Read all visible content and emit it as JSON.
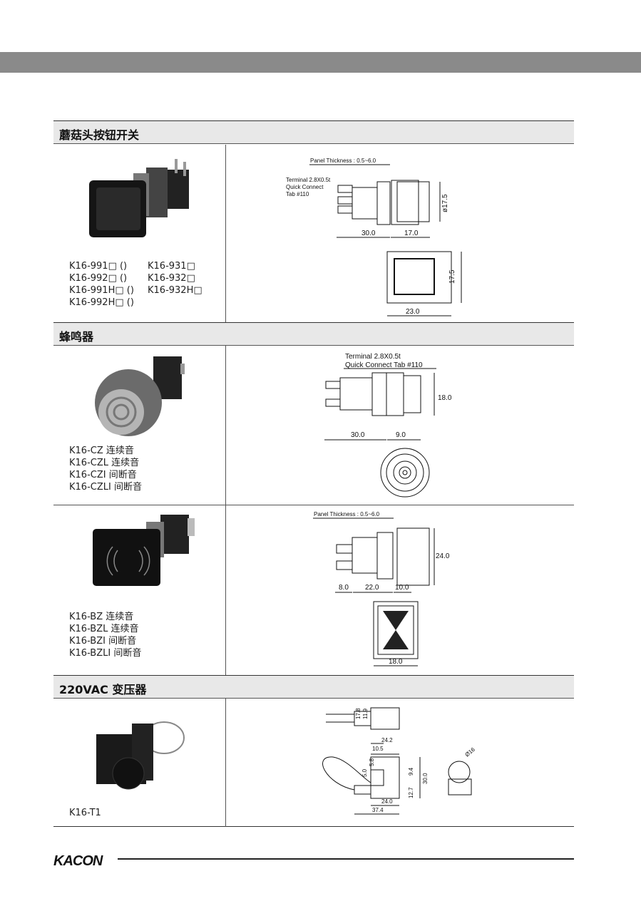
{
  "sections": [
    {
      "title": "蘑菇头按钮开关",
      "models": [
        "K16-991□ ()",
        "K16-931□",
        "K16-992□ ()",
        "K16-932□",
        "K16-991H□ ()",
        "K16-932H□",
        "K16-992H□ ()"
      ],
      "drawing": {
        "panel": "Panel Thickness : 0.5~6.0",
        "terminal1": "Terminal 2.8X0.5t",
        "terminal2": "Quick Connect",
        "terminal3": "Tab #110",
        "d1": "30.0",
        "d2": "17.0",
        "d3": "ø17.5",
        "d4": "17.5",
        "d5": "23.0"
      }
    },
    {
      "title": "蜂鸣器",
      "models": [
        "K16-CZ 连续音",
        "K16-CZL 连续音",
        "K16-CZI 间断音",
        "K16-CZLI 间断音"
      ],
      "drawing": {
        "terminal1": "Terminal 2.8X0.5t",
        "terminal2": "Quick Connect Tab #110",
        "d1": "30.0",
        "d2": "9.0",
        "d3": "18.0"
      },
      "models2": [
        "K16-BZ 连续音",
        "K16-BZL 连续音",
        "K16-BZI 间断音",
        "K16-BZLI 间断音"
      ],
      "drawing2": {
        "panel": "Panel Thickness : 0.5~6.0",
        "d1": "8.0",
        "d2": "22.0",
        "d3": "10.0",
        "d4": "24.0",
        "d5": "18.0"
      }
    },
    {
      "title": "220VAC 变压器",
      "models": [
        "K16-T1"
      ],
      "drawing": {
        "a": "17.8",
        "b": "11.9",
        "c": "24.2",
        "d": "10.5",
        "e": "5.0",
        "f": "5.8",
        "g": "9.4",
        "h": "30.0",
        "i": "12.7",
        "j": "24.0",
        "k": "37.4",
        "l": "Ø16"
      }
    }
  ],
  "footer": {
    "logo": "KACON"
  }
}
